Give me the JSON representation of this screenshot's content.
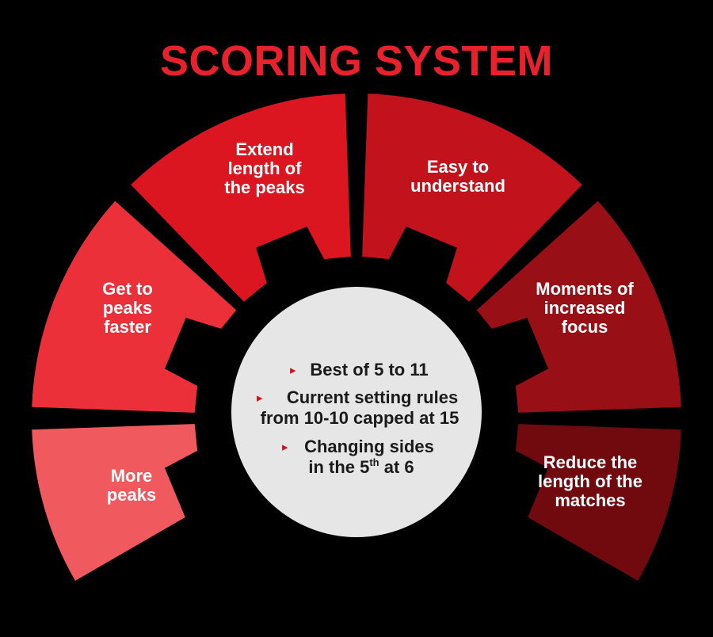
{
  "title": "SCORING SYSTEM",
  "colors": {
    "title": "#e8222d",
    "background": "#000000",
    "gear": "#000000",
    "hub": "#e6e6e6",
    "bullet": "#d0151f"
  },
  "segments": [
    {
      "lines": [
        "More",
        "peaks"
      ],
      "color": "#f05a5f"
    },
    {
      "lines": [
        "Get to",
        "peaks",
        "faster"
      ],
      "color": "#ec303a"
    },
    {
      "lines": [
        "Extend",
        "length of",
        "the peaks"
      ],
      "color": "#db1620"
    },
    {
      "lines": [
        "Easy to",
        "understand"
      ],
      "color": "#c2121b"
    },
    {
      "lines": [
        "Moments of",
        "increased",
        "focus"
      ],
      "color": "#980f15"
    },
    {
      "lines": [
        "Reduce the",
        "length of the",
        "matches"
      ],
      "color": "#700a0e"
    }
  ],
  "center": {
    "items": [
      {
        "bullet": "▸",
        "lines": [
          "Best of 5 to 11"
        ]
      },
      {
        "bullet": "▸",
        "lines": [
          "Current setting rules",
          "from 10-10 capped at 15"
        ]
      },
      {
        "bullet": "▸",
        "lines": [
          "Changing sides",
          "in the 5",
          "th",
          " at 6"
        ]
      }
    ]
  }
}
